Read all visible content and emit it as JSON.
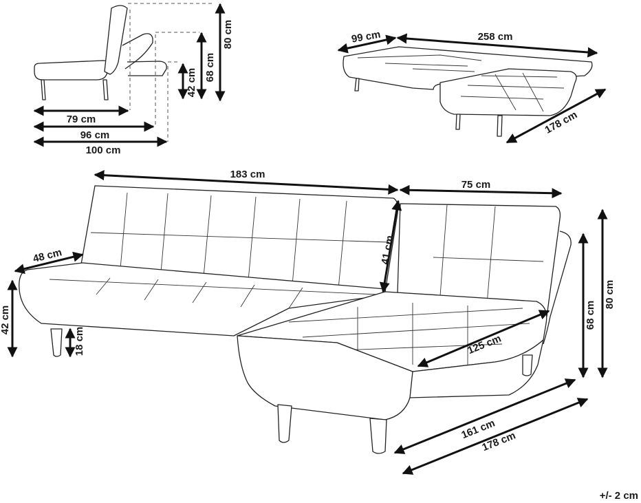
{
  "tolerance": "+/- 2 cm",
  "side_view": {
    "heights": [
      "42 cm",
      "68 cm",
      "80 cm"
    ],
    "depths": [
      "79 cm",
      "96 cm",
      "100 cm"
    ]
  },
  "overview": {
    "depth": "99 cm",
    "length": "258  cm",
    "chaise_length": "178 cm"
  },
  "main_view": {
    "sofa_length": "183 cm",
    "chaise_back_width": "75 cm",
    "seat_depth": "48 cm",
    "back_height": "41 cm",
    "seat_height": "42 cm",
    "leg_height": "18 cm",
    "chaise_inner_length": "125 cm",
    "height_low": "68 cm",
    "height_total": "80 cm",
    "chaise_seat_length": "161 cm",
    "chaise_total_length": "178 cm"
  }
}
